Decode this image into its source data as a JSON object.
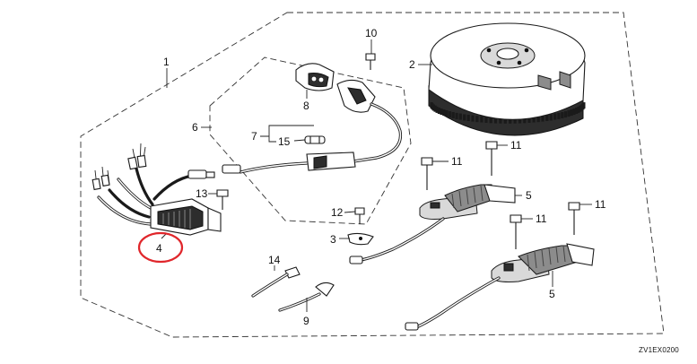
{
  "diagram": {
    "drawing_code": "ZV1EX0200",
    "highlight_color": "#e0262b",
    "callouts": {
      "c1": "1",
      "c2": "2",
      "c3": "3",
      "c4": "4",
      "c5a": "5",
      "c5b": "5",
      "c6": "6",
      "c7": "7",
      "c8": "8",
      "c9": "9",
      "c10": "10",
      "c11a": "11",
      "c11b": "11",
      "c11c": "11",
      "c11d": "11",
      "c12": "12",
      "c13": "13",
      "c14": "14",
      "c15": "15"
    },
    "highlighted_callout": "4"
  }
}
